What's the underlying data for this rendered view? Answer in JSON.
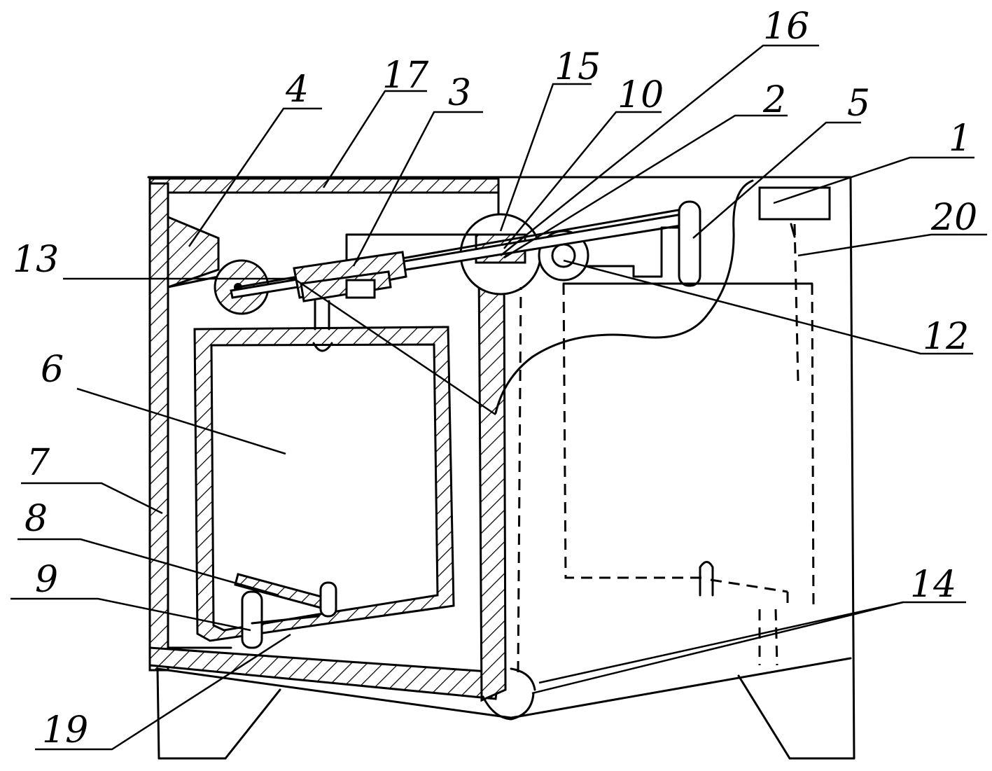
{
  "labels": {
    "p1": "1",
    "p2": "2",
    "p3": "3",
    "p4": "4",
    "p5": "5",
    "p6": "6",
    "p7": "7",
    "p8": "8",
    "p9": "9",
    "p10": "10",
    "p12": "12",
    "p13": "13",
    "p14": "14",
    "p15": "15",
    "p16": "16",
    "p17": "17",
    "p19": "19",
    "p20": "20"
  }
}
